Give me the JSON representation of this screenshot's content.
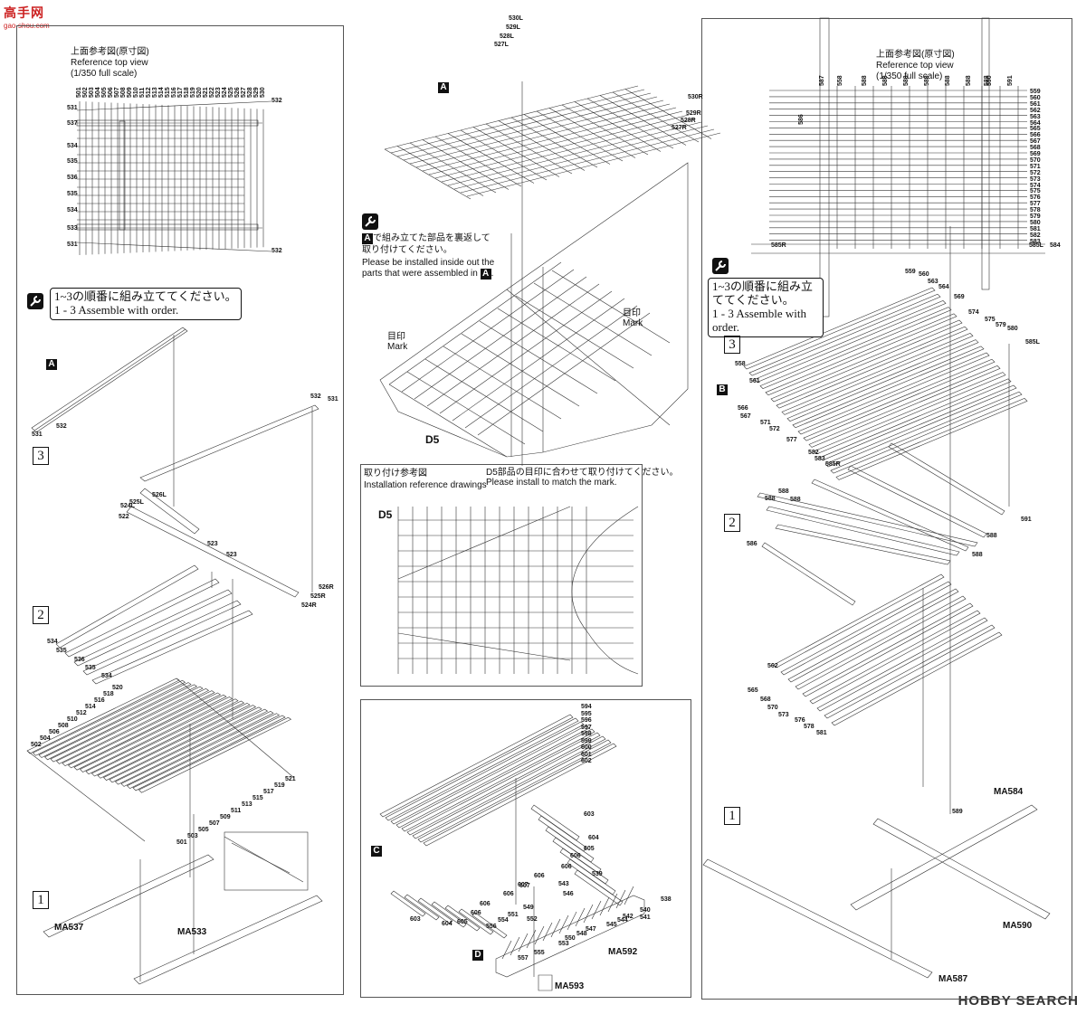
{
  "watermark": {
    "site_title": "高手网",
    "site_url": "gao-shou.com",
    "hobby_search": "HOBBY SEARCH"
  },
  "left": {
    "ref_title_jp": "上面参考図(原寸図)",
    "ref_title_en": "Reference top view",
    "ref_scale": "(1/350 full scale)",
    "top_labels": [
      "501",
      "502",
      "503",
      "504",
      "505",
      "506",
      "507",
      "508",
      "509",
      "510",
      "511",
      "512",
      "513",
      "514",
      "515",
      "516",
      "517",
      "518",
      "519",
      "520",
      "521",
      "522",
      "523",
      "524",
      "525",
      "526",
      "527",
      "528",
      "529",
      "530"
    ],
    "side_labels": [
      "531",
      "537",
      "534",
      "535",
      "536",
      "535",
      "534",
      "533",
      "531"
    ],
    "right_labels": [
      "532",
      "532"
    ],
    "note_text_jp": "1~3の順番に組み立ててください。",
    "note_text_en": "1 - 3 Assemble with order.",
    "box_a": "A",
    "step3": "3",
    "step2": "2",
    "step1": "1",
    "labels_a": [
      "531",
      "532"
    ],
    "labels_s3": [
      "532",
      "531",
      "526L",
      "525L",
      "524L",
      "522",
      "523",
      "523",
      "526R",
      "525R",
      "524R"
    ],
    "labels_s2": [
      "534",
      "535",
      "536",
      "535",
      "534"
    ],
    "labels_s1_left": [
      "520",
      "518",
      "516",
      "514",
      "512",
      "510",
      "508",
      "506",
      "504",
      "502"
    ],
    "labels_s1_right": [
      "521",
      "519",
      "517",
      "515",
      "513",
      "511",
      "509",
      "507",
      "505",
      "503",
      "501"
    ],
    "ma537": "MA537",
    "ma533": "MA533"
  },
  "middle": {
    "box_a": "A",
    "top_labels": [
      "530L",
      "529L",
      "528L",
      "527L"
    ],
    "right_labels": [
      "530R",
      "529R",
      "528R",
      "527R"
    ],
    "note_jp_1": "で組み立てた部品を裏返して",
    "note_jp_2": "取り付けてください。",
    "note_en_1": "Please be installed inside out the",
    "note_en_2": "parts that were assembled in",
    "mark_jp": "目印",
    "mark_en": "Mark",
    "d5": "D5",
    "install_title_jp": "取り付け参考図",
    "install_title_en": "Installation reference drawings",
    "install_note_jp": "D5部品の目印に合わせて取り付けてください。",
    "install_note_en": "Please install to match the mark.",
    "box_c": "C",
    "box_d": "D",
    "labels_c_top": [
      "594",
      "595",
      "596",
      "597",
      "598",
      "599",
      "600",
      "601",
      "602"
    ],
    "labels_c_mid": [
      "603",
      "604",
      "605",
      "606",
      "606",
      "606",
      "607"
    ],
    "labels_c_bottom": [
      "603",
      "604",
      "605",
      "606",
      "606",
      "606",
      "607"
    ],
    "labels_d": [
      "539",
      "538",
      "540",
      "541",
      "542",
      "543",
      "544",
      "545",
      "546",
      "547",
      "548",
      "549",
      "550",
      "551",
      "552",
      "553",
      "554",
      "555",
      "556",
      "557"
    ],
    "ma592": "MA592",
    "ma593": "MA593"
  },
  "right": {
    "ref_title_jp": "上面参考図(原寸図)",
    "ref_title_en": "Reference top view",
    "ref_scale": "(1/350 full scale)",
    "top_labels": [
      "587",
      "558",
      "588",
      "588",
      "588",
      "588",
      "588",
      "588",
      "588",
      "590",
      "591"
    ],
    "left_label": "586",
    "side_labels": [
      "559",
      "560",
      "561",
      "562",
      "563",
      "564",
      "565",
      "566",
      "567",
      "568",
      "569",
      "570",
      "571",
      "572",
      "573",
      "574",
      "575",
      "576",
      "577",
      "578",
      "579",
      "580",
      "581",
      "582",
      "583"
    ],
    "label_585r": "585R",
    "label_585l": "585L",
    "label_584": "584",
    "note_text_jp": "1~3の順番に組み立ててください。",
    "note_text_en": "1 - 3 Assemble with order.",
    "box_b": "B",
    "step3": "3",
    "step2": "2",
    "step1": "1",
    "labels_s3": [
      "559",
      "560",
      "563",
      "564",
      "569",
      "574",
      "575",
      "579",
      "580",
      "585L",
      "558",
      "561",
      "566",
      "567",
      "571",
      "572",
      "577",
      "582",
      "583",
      "585R"
    ],
    "labels_s2": [
      "588",
      "588",
      "588",
      "586",
      "591",
      "588",
      "588"
    ],
    "labels_s1": [
      "562",
      "565",
      "568",
      "570",
      "573",
      "576",
      "578",
      "581",
      "589"
    ],
    "ma584": "MA584",
    "ma590": "MA590",
    "ma587": "MA587"
  }
}
